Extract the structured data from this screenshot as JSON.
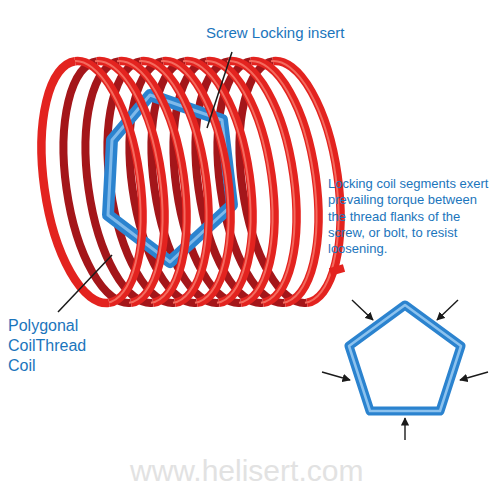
{
  "diagram": {
    "labels": [
      "Screw Locking insert",
      "Polygonal CoilThread Coil",
      "Locking coil segments exert prevailing torque between the thread flanks of the screw, or bolt, to resist loosening.",
      "www.helisert.com"
    ]
  }
}
